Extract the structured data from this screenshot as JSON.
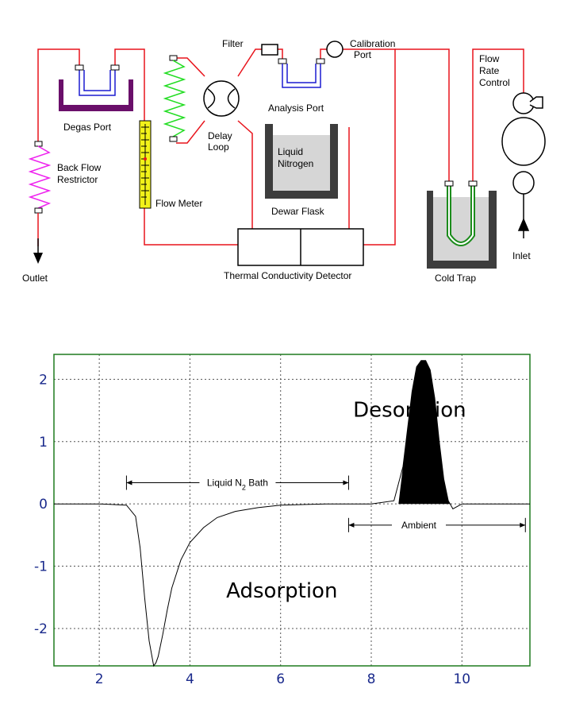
{
  "diagram": {
    "labels": {
      "filter": "Filter",
      "calibration_1": "Calibration",
      "calibration_2": "Port",
      "flow_rate_1": "Flow",
      "flow_rate_2": "Rate",
      "flow_rate_3": "Control",
      "degas_port": "Degas Port",
      "analysis_port": "Analysis Port",
      "delay_1": "Delay",
      "delay_2": "Loop",
      "liquid_1": "Liquid",
      "liquid_2": "Nitrogen",
      "back_flow_1": "Back Flow",
      "back_flow_2": "Restrictor",
      "flow_meter": "Flow Meter",
      "dewar_flask": "Dewar Flask",
      "outlet": "Outlet",
      "tcd": "Thermal Conductivity Detector",
      "cold_trap": "Cold Trap",
      "inlet": "Inlet"
    },
    "colors": {
      "tubing": "#e8141c",
      "inner_tubing": "#1c1cd0",
      "delay_coil": "#22dd22",
      "restrictor_coil": "#ee22ee",
      "degas_bath": "#6a0f6a",
      "flow_meter": "#f2f21a",
      "dewar": "#3d3d3d",
      "nitrogen": "#d6d6d6",
      "cold_trap_tube": "#1c8c1c"
    }
  },
  "chart_data": {
    "type": "line",
    "xlim": [
      1,
      11.5
    ],
    "ylim": [
      -2.6,
      2.4
    ],
    "xticks": [
      2,
      4,
      6,
      8,
      10
    ],
    "yticks": [
      2,
      1,
      0,
      -1,
      -2
    ],
    "xgrid": [
      2,
      4,
      6,
      8,
      10
    ],
    "ygrid": [
      2,
      1,
      0,
      -1,
      -2
    ],
    "grid": true,
    "colors": {
      "frame": "#1f7a1f",
      "grid": "#555555",
      "tick_text": "#1a2a8c",
      "line": "#000000"
    },
    "series": [
      {
        "x": [
          1.0,
          2.0,
          2.6,
          2.8,
          2.9,
          3.0,
          3.1,
          3.2,
          3.25,
          3.3,
          3.4,
          3.5,
          3.6,
          3.8,
          4.0,
          4.3,
          4.6,
          5.0,
          5.5,
          6.0,
          7.0,
          8.0,
          8.5,
          8.7,
          8.8,
          8.9,
          9.0,
          9.1,
          9.2,
          9.3,
          9.4,
          9.5,
          9.6,
          9.7,
          9.8,
          9.9,
          10.0,
          10.5,
          11.5
        ],
        "y": [
          0.0,
          0.0,
          -0.02,
          -0.2,
          -0.7,
          -1.5,
          -2.2,
          -2.6,
          -2.55,
          -2.45,
          -2.1,
          -1.7,
          -1.35,
          -0.9,
          -0.62,
          -0.38,
          -0.22,
          -0.12,
          -0.06,
          -0.02,
          0.0,
          0.0,
          0.05,
          0.6,
          1.2,
          1.8,
          2.2,
          2.3,
          2.3,
          2.15,
          1.7,
          1.0,
          0.4,
          0.05,
          -0.08,
          -0.04,
          0.0,
          0.0,
          0.0
        ]
      }
    ],
    "filled_region": {
      "x_from": 8.6,
      "x_to": 9.75,
      "label": "Desorption"
    },
    "annotations": {
      "desorption": "Desorption",
      "adsorption": "Adsorption",
      "liquid_bath_prefix": "Liquid N",
      "liquid_bath_sub": "2",
      "liquid_bath_suffix": " Bath",
      "liquid_bath_range": [
        2.6,
        7.5
      ],
      "ambient": "Ambient",
      "ambient_range": [
        7.5,
        11.4
      ]
    }
  }
}
